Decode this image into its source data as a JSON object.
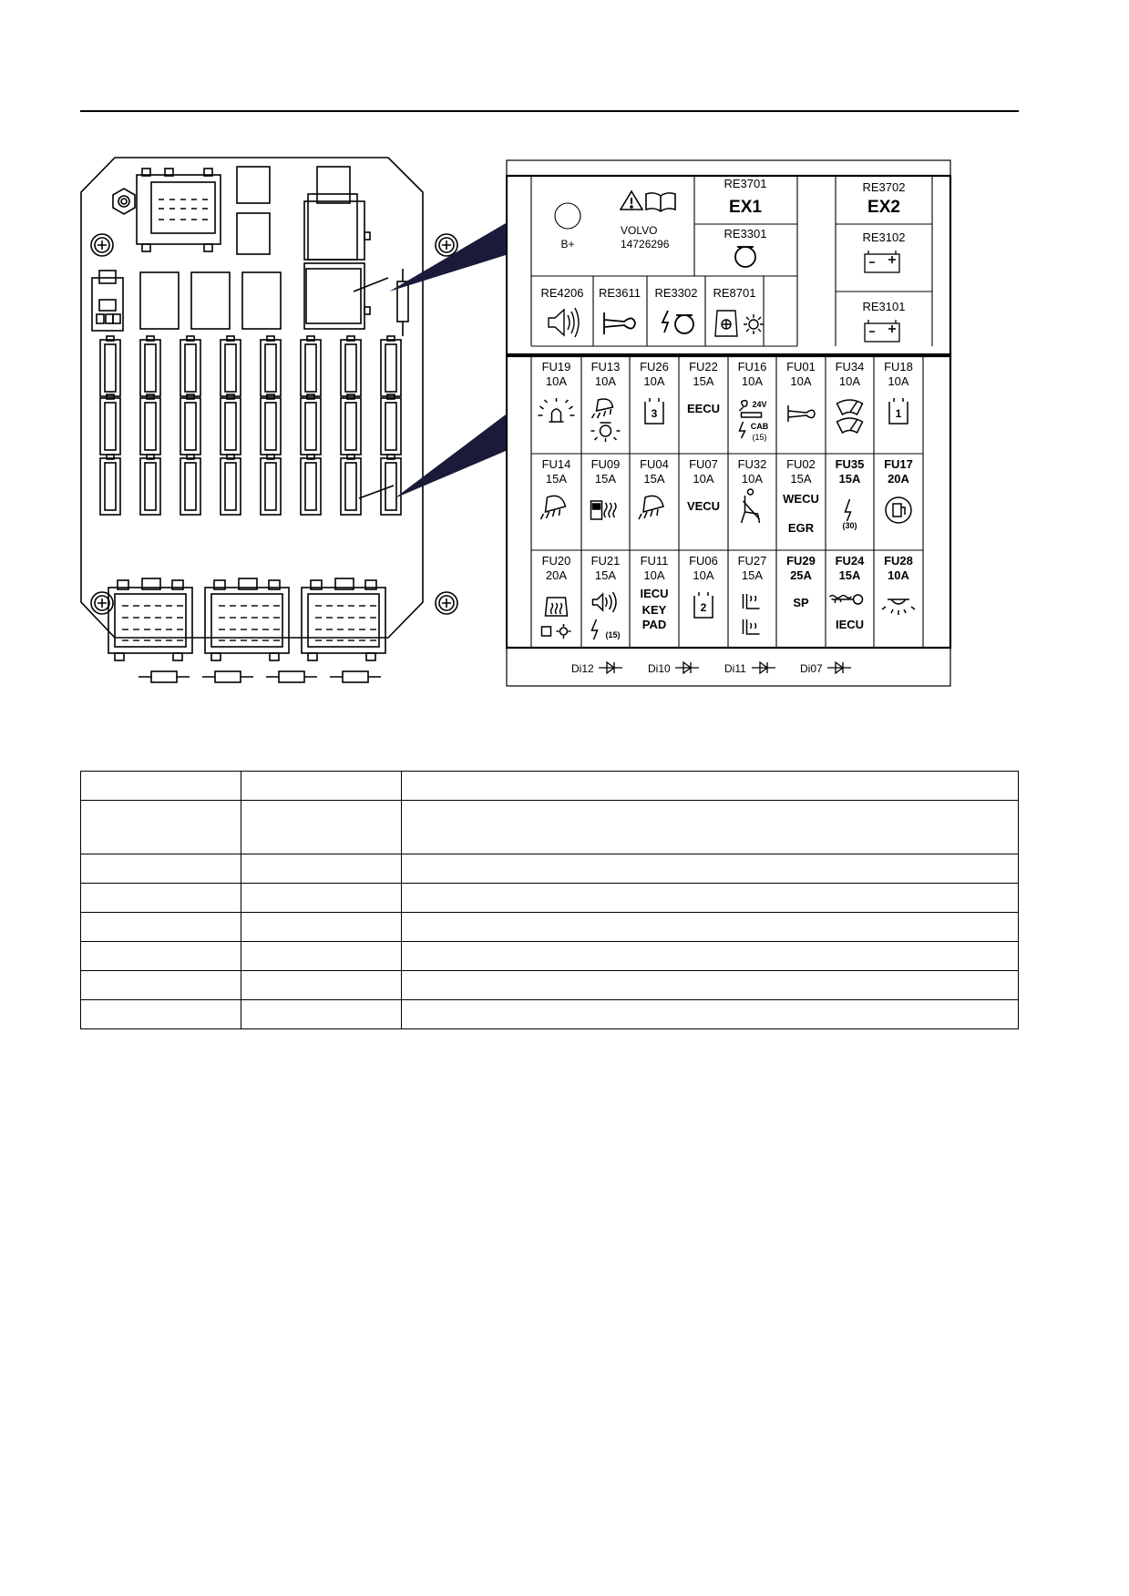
{
  "relay_label": {
    "top_left": {
      "power_symbol": "B+",
      "brand": "VOLVO",
      "part_number": "14726296"
    },
    "ex1": {
      "code": "RE3701",
      "name": "EX1"
    },
    "ex2": {
      "code": "RE3702",
      "name": "EX2"
    },
    "re3301": {
      "code": "RE3301"
    },
    "re3102": {
      "code": "RE3102"
    },
    "re3101": {
      "code": "RE3101"
    },
    "row2_relays": [
      {
        "code": "RE4206",
        "icon": "speaker-icon"
      },
      {
        "code": "RE3611",
        "icon": "horn-icon"
      },
      {
        "code": "RE3302",
        "icon": "glow-plug-icon"
      },
      {
        "code": "RE8701",
        "icon": "fan-sun-icon"
      }
    ]
  },
  "fuses": [
    [
      {
        "code": "FU19",
        "rating": "10A",
        "icon": "beacon-icon"
      },
      {
        "code": "FU13",
        "rating": "10A",
        "icon": "worklight-interior-light-icon"
      },
      {
        "code": "FU26",
        "rating": "10A",
        "icon": "module-3-icon",
        "badge": "3"
      },
      {
        "code": "FU22",
        "rating": "15A",
        "text": "EECU"
      },
      {
        "code": "FU16",
        "rating": "10A",
        "icon": "cigarette-lighter-icon",
        "note1": "24V",
        "note2": "CAB",
        "note3": "(15)"
      },
      {
        "code": "FU01",
        "rating": "10A",
        "icon": "horn-icon"
      },
      {
        "code": "FU34",
        "rating": "10A",
        "icon": "wiper-icon"
      },
      {
        "code": "FU18",
        "rating": "10A",
        "icon": "module-1-icon",
        "badge": "1"
      }
    ],
    [
      {
        "code": "FU14",
        "rating": "15A",
        "icon": "worklight-icon"
      },
      {
        "code": "FU09",
        "rating": "15A",
        "icon": "fuel-heater-icon"
      },
      {
        "code": "FU04",
        "rating": "15A",
        "icon": "worklight-icon"
      },
      {
        "code": "FU07",
        "rating": "10A",
        "text": "VECU"
      },
      {
        "code": "FU32",
        "rating": "10A",
        "icon": "seat-belt-icon"
      },
      {
        "code": "FU02",
        "rating": "15A",
        "text": "WECU",
        "text2": "EGR"
      },
      {
        "code": "FU35",
        "rating": "15A",
        "icon": "power-icon",
        "note1": "(30)",
        "bold": true
      },
      {
        "code": "FU17",
        "rating": "20A",
        "icon": "fuel-pump-icon",
        "bold": true
      }
    ],
    [
      {
        "code": "FU20",
        "rating": "20A",
        "icon": "mirror-heat-icon"
      },
      {
        "code": "FU21",
        "rating": "15A",
        "icon": "speaker-power-icon",
        "note1": "(15)"
      },
      {
        "code": "FU11",
        "rating": "10A",
        "text": "IECU",
        "text2": "KEY",
        "text3": "PAD"
      },
      {
        "code": "FU06",
        "rating": "10A",
        "icon": "module-2-icon",
        "badge": "2"
      },
      {
        "code": "FU27",
        "rating": "15A",
        "icon": "seat-heat-icon"
      },
      {
        "code": "FU29",
        "rating": "25A",
        "text": "SP",
        "bold": true
      },
      {
        "code": "FU24",
        "rating": "15A",
        "icon": "key-icon",
        "text": "IECU",
        "bold": true
      },
      {
        "code": "FU28",
        "rating": "10A",
        "icon": "cab-light-icon",
        "bold": true
      }
    ]
  ],
  "diodes": [
    "Di12",
    "Di10",
    "Di11",
    "Di07"
  ]
}
